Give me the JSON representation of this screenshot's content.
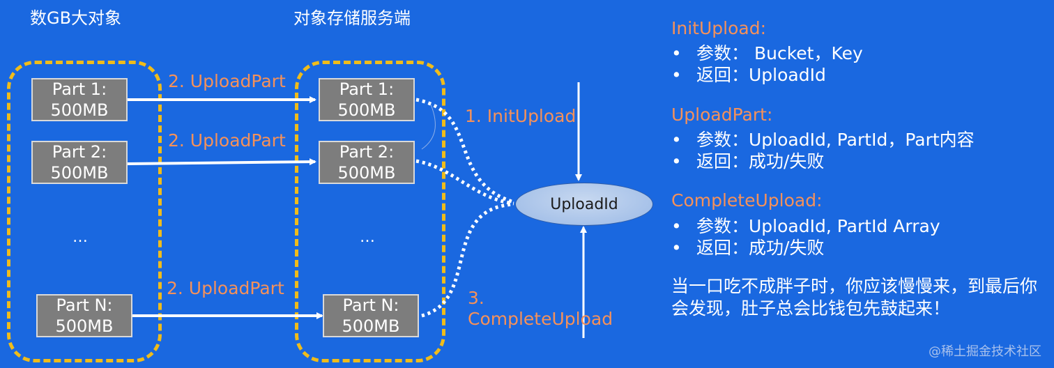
{
  "left_title": "数GB大对象",
  "right_title": "对象存储服务端",
  "left_parts": [
    {
      "line1": "Part 1:",
      "line2": "500MB"
    },
    {
      "line1": "Part 2:",
      "line2": "500MB"
    },
    {
      "line1": "Part N:",
      "line2": "500MB"
    }
  ],
  "right_parts": [
    {
      "line1": "Part 1:",
      "line2": "500MB"
    },
    {
      "line1": "Part 2:",
      "line2": "500MB"
    },
    {
      "line1": "Part N:",
      "line2": "500MB"
    }
  ],
  "ellipsis": "…",
  "upload_part_labels": [
    "2. UploadPart",
    "2. UploadPart",
    "2. UploadPart"
  ],
  "init_label": "1. InitUpload",
  "complete_label_line1": "3.",
  "complete_label_line2": "CompleteUpload",
  "uploadid": "UploadId",
  "api_specs": [
    {
      "name": "InitUpload:",
      "params": "参数： Bucket，Key",
      "returns": "返回：UploadId"
    },
    {
      "name": "UploadPart:",
      "params": "参数：UploadId, PartId，Part内容",
      "returns": "返回：成功/失败"
    },
    {
      "name": "CompleteUpload:",
      "params": "参数：UploadId, PartId Array",
      "returns": "返回：成功/失败"
    }
  ],
  "bullet": "•",
  "quote": "当一口吃不成胖子时，你应该慢慢来，到最后你会发现，肚子总会比钱包先鼓起来！",
  "watermark": "@稀土掘金技术社区",
  "colors": {
    "background": "#1a68e0",
    "dashed_border": "#f0bc1a",
    "label_orange": "#f5915a",
    "part_box": "#7d7d7d"
  }
}
